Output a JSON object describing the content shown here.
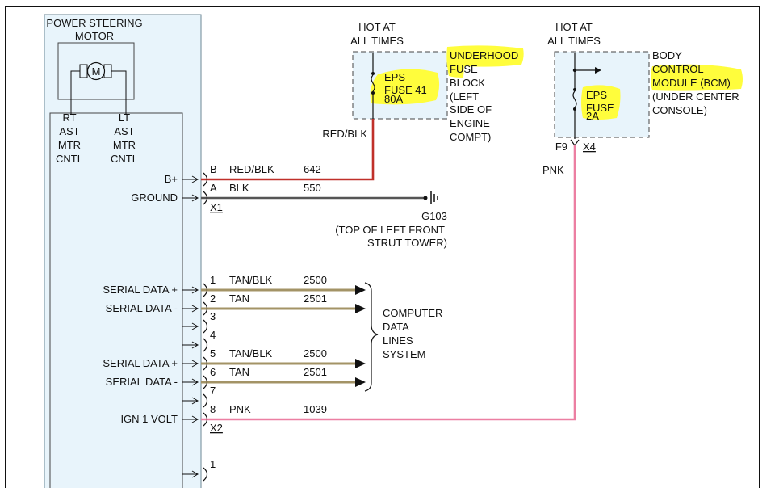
{
  "motor": {
    "title_line1": "POWER STEERING",
    "title_line2": "MOTOR",
    "motor_symbol": "M",
    "rt_label": [
      "RT",
      "AST",
      "MTR",
      "CNTL"
    ],
    "lt_label": [
      "LT",
      "AST",
      "MTR",
      "CNTL"
    ]
  },
  "fuse_block": {
    "hot_line1": "HOT AT",
    "hot_line2": "ALL TIMES",
    "fuse_name": "EPS",
    "fuse_num": "FUSE 41",
    "fuse_rating": "80A",
    "desc": [
      "UNDERHOOD",
      "FUSE",
      "BLOCK",
      "(LEFT",
      "SIDE OF",
      "ENGINE",
      "COMPT)"
    ],
    "out_wire": "RED/BLK"
  },
  "bcm": {
    "hot_line1": "HOT AT",
    "hot_line2": "ALL TIMES",
    "fuse_name": "EPS",
    "fuse_num": "FUSE",
    "fuse_rating": "2A",
    "desc": [
      "BODY",
      "CONTROL",
      "MODULE (BCM)",
      "(UNDER CENTER",
      "CONSOLE)"
    ],
    "pin": "F9",
    "connector": "X4",
    "out_wire": "PNK"
  },
  "ground": {
    "id": "G103",
    "loc_line1": "(TOP OF LEFT FRONT",
    "loc_line2": "STRUT TOWER)"
  },
  "connectors": {
    "x1": "X1",
    "x2": "X2"
  },
  "pins": [
    {
      "label": "B+",
      "pin": "B",
      "color": "RED/BLK",
      "circuit": "642"
    },
    {
      "label": "GROUND",
      "pin": "A",
      "color": "BLK",
      "circuit": "550"
    },
    {
      "label": "SERIAL DATA +",
      "pin": "1",
      "color": "TAN/BLK",
      "circuit": "2500"
    },
    {
      "label": "SERIAL DATA -",
      "pin": "2",
      "color": "TAN",
      "circuit": "2501"
    },
    {
      "label": "",
      "pin": "3",
      "color": "",
      "circuit": ""
    },
    {
      "label": "",
      "pin": "4",
      "color": "",
      "circuit": ""
    },
    {
      "label": "SERIAL DATA +",
      "pin": "5",
      "color": "TAN/BLK",
      "circuit": "2500"
    },
    {
      "label": "SERIAL DATA -",
      "pin": "6",
      "color": "TAN",
      "circuit": "2501"
    },
    {
      "label": "",
      "pin": "7",
      "color": "",
      "circuit": ""
    },
    {
      "label": "IGN 1 VOLT",
      "pin": "8",
      "color": "PNK",
      "circuit": "1039"
    },
    {
      "label": "",
      "pin": "1",
      "color": "",
      "circuit": ""
    }
  ],
  "data_system": [
    "COMPUTER",
    "DATA",
    "LINES",
    "SYSTEM"
  ],
  "colors": {
    "module_fill": "#e8f4fb",
    "red_wire": "#c0302a",
    "black_wire": "#555555",
    "tan_wire": "#a39366",
    "pink_wire": "#ec7fa2",
    "highlight": "#fffd3c"
  }
}
